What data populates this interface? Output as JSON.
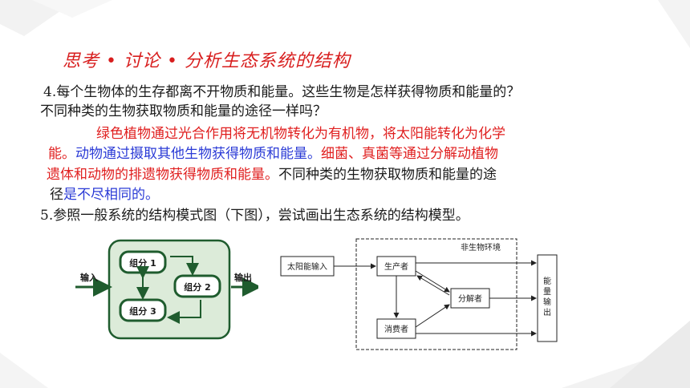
{
  "header": {
    "title": "思考 • 讨论 • 分析生态系统的结构"
  },
  "q4": {
    "line1": "4.每个生物体的生存都离不开物质和能量。这些生物是怎样获得物质和能量的？",
    "line2": "不同种类的生物获取物质和能量的途径一样吗？"
  },
  "answer": {
    "l1": "绿色植物通过光合作用将无机物转化为有机物，将太阳能转化为化学",
    "l2_red": "能。",
    "l2_blue": "动物通过摄取其他生物获得物质和能量。",
    "l2_red2": "细菌、真菌等通过分解动植物",
    "l3_red": "遗体和动物的排遗物获得物质和能量。",
    "l3_black": "不同种类的生物获取物质和能量的途",
    "l4_black": "径",
    "l4_blue": "是不尽相同的。"
  },
  "q5": {
    "line": "5.参照一般系统的结构模式图（下图），尝试画出生态系统的结构模型。"
  },
  "left_diagram": {
    "input": "输入",
    "output": "输出",
    "c1": "组分 1",
    "c2": "组分 2",
    "c3": "组分 3"
  },
  "right_diagram": {
    "env": "非生物环境",
    "sun": "太阳能输入",
    "producer": "生产者",
    "consumer": "消费者",
    "decomposer": "分解者",
    "energy": [
      "能",
      "量",
      "输",
      "出"
    ]
  },
  "colors": {
    "title": "#d81e1e",
    "answer_red": "#e02020",
    "answer_blue": "#2b3bd6",
    "diagram_green": "#1f5c2e",
    "diagram_bg": "#dcebd9"
  }
}
